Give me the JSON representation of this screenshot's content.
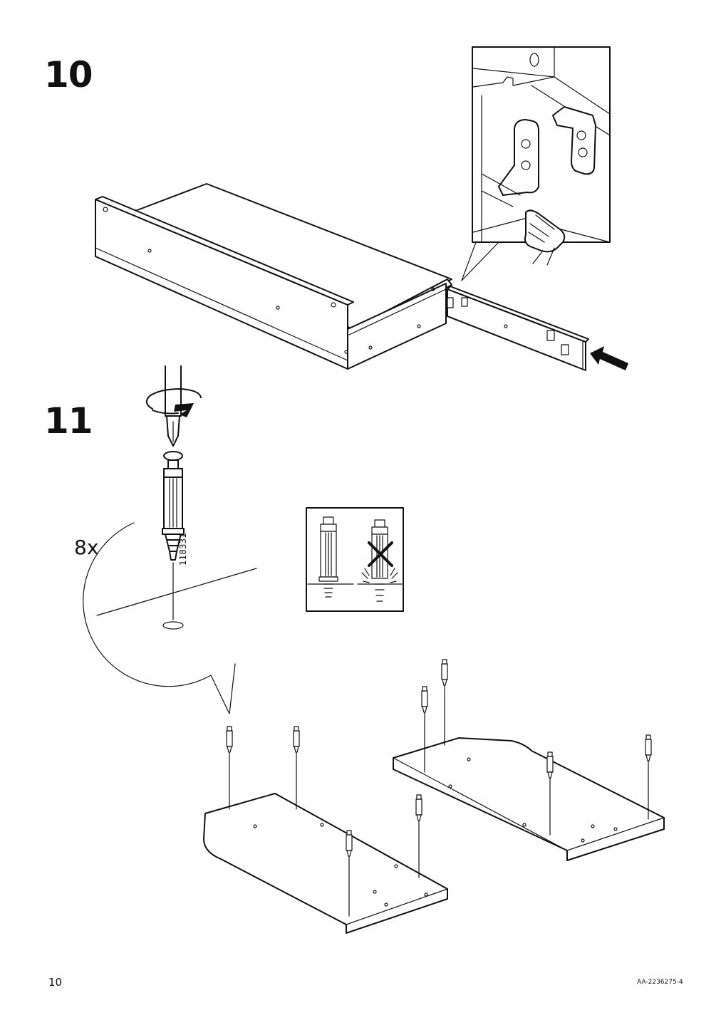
{
  "steps": {
    "step10_label": "10",
    "step11_label": "11"
  },
  "step11": {
    "quantity": "8x",
    "part_number": "118331"
  },
  "footer": {
    "page_number": "10",
    "document_id": "AA-2236275-4"
  },
  "icons": {
    "push_arrow": "arrow-icon",
    "hand": "hand-icon",
    "rotate": "rotate-icon",
    "wrong": "cross-icon"
  }
}
